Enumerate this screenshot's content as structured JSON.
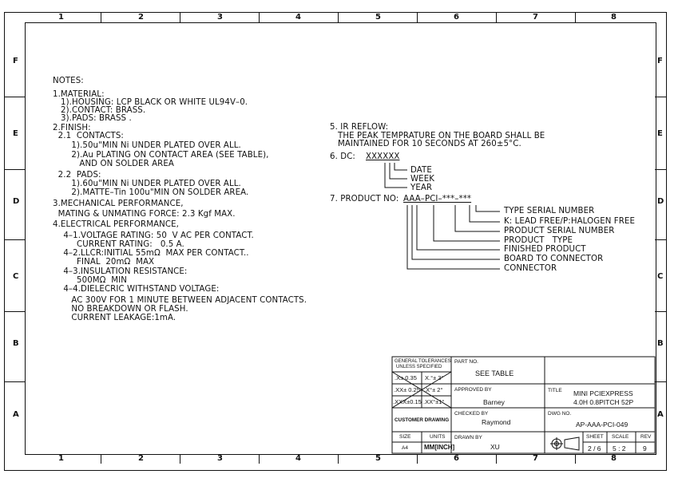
{
  "zones": {
    "cols": [
      "1",
      "2",
      "3",
      "4",
      "5",
      "6",
      "7",
      "8"
    ],
    "rows": [
      "F",
      "E",
      "D",
      "C",
      "B",
      "A"
    ]
  },
  "notes_left": [
    "NOTES:",
    "1.MATERIAL:",
    "   1).HOUSING: LCP BLACK OR WHITE UL94V–0.",
    "   2).CONTACT: BRASS.",
    "   3).PADS: BRASS .",
    "2.FINISH:",
    "  2.1  CONTACTS:",
    "       1).50u\"MIN Ni UNDER PLATED OVER ALL.",
    "       2).Au PLATING ON CONTACT AREA (SEE TABLE),",
    "          AND ON SOLDER AREA",
    "  2.2  PADS:",
    "       1).60u\"MIN Ni UNDER PLATED OVER ALL.",
    "       2).MATTE–Tin 100u\"MIN ON SOLDER AREA.",
    "3.MECHANICAL PERFORMANCE,",
    "  MATING & UNMATING FORCE: 2.3 Kgf MAX.",
    "4.ELECTRICAL PERFORMANCE,",
    "    4–1.VOLTAGE RATING: 50  V AC PER CONTACT.",
    "         CURRENT RATING:   0.5 A.",
    "    4–2.LLCR:INITIAL 55mΩ  MAX PER CONTACT..",
    "         FINAL  20mΩ  MAX",
    "    4–3.INSULATION RESISTANCE:",
    "         500MΩ  MIN",
    "    4–4.DIELECRIC WITHSTAND VOLTAGE:",
    "       AC 300V FOR 1 MINUTE BETWEEN ADJACENT CONTACTS.",
    "       NO BREAKDOWN OR FLASH.",
    "       CURRENT LEAKAGE:1mA."
  ],
  "note5": [
    "5. IR REFLOW:",
    "   THE PEAK TEMPRATURE ON THE BOARD SHALL BE",
    "   MAINTAINED FOR 10 SECONDS AT 260±5°C."
  ],
  "note6": {
    "prefix": "6. DC:",
    "code": "XXXXXX",
    "labels": [
      "DATE",
      "WEEK",
      "YEAR"
    ]
  },
  "note7": {
    "prefix": "7. PRODUCT NO:",
    "code": "AAA–PCI–***–***",
    "labels": [
      "TYPE SERIAL NUMBER",
      "K: LEAD FREE/P:HALOGEN FREE",
      "PRODUCT SERIAL NUMBER",
      "PRODUCT   TYPE",
      "FINISHED PRODUCT",
      "BOARD TO CONNECTOR",
      "CONNECTOR"
    ]
  },
  "title_block": {
    "tol_header_1": "GENERAL TOLERANCES",
    "tol_header_2": "UNLESS SPECIFIED",
    "tol_rows": [
      {
        "a": ".X± 0.35",
        "b": "X.°± 3°"
      },
      {
        "a": ".XX± 0.25",
        "b": ".X°± 2°"
      },
      {
        "a": ".XXX±0.15",
        "b": ".XX°±1°"
      }
    ],
    "customer_drawing": "CUSTOMER DRAWING",
    "size_label": "SIZE",
    "size_value": "A4",
    "units_label": "UNITS",
    "units_value": "MM[INCH]",
    "part_no_label": "PART NO.",
    "part_no_value": "SEE TABLE",
    "approved_by_label": "APPROVED BY",
    "approved_by_value": "Barney",
    "checked_by_label": "CHECKED BY",
    "checked_by_value": "Raymond",
    "drawn_by_label": "DRAWN BY",
    "drawn_by_value": "XU",
    "title_label": "TITLE",
    "title_line1": "MINI PCIEXPRESS",
    "title_line2": "4.0H 0.8PITCH 52P",
    "dwg_no_label": "DWG NO.",
    "dwg_no_value": "AP-AAA-PCI-049",
    "sheet_label": "SHEET",
    "sheet_value": "2 / 6",
    "scale_label": "SCALE",
    "scale_value": "5 : 2",
    "rev_label": "REV",
    "rev_value": "9"
  }
}
